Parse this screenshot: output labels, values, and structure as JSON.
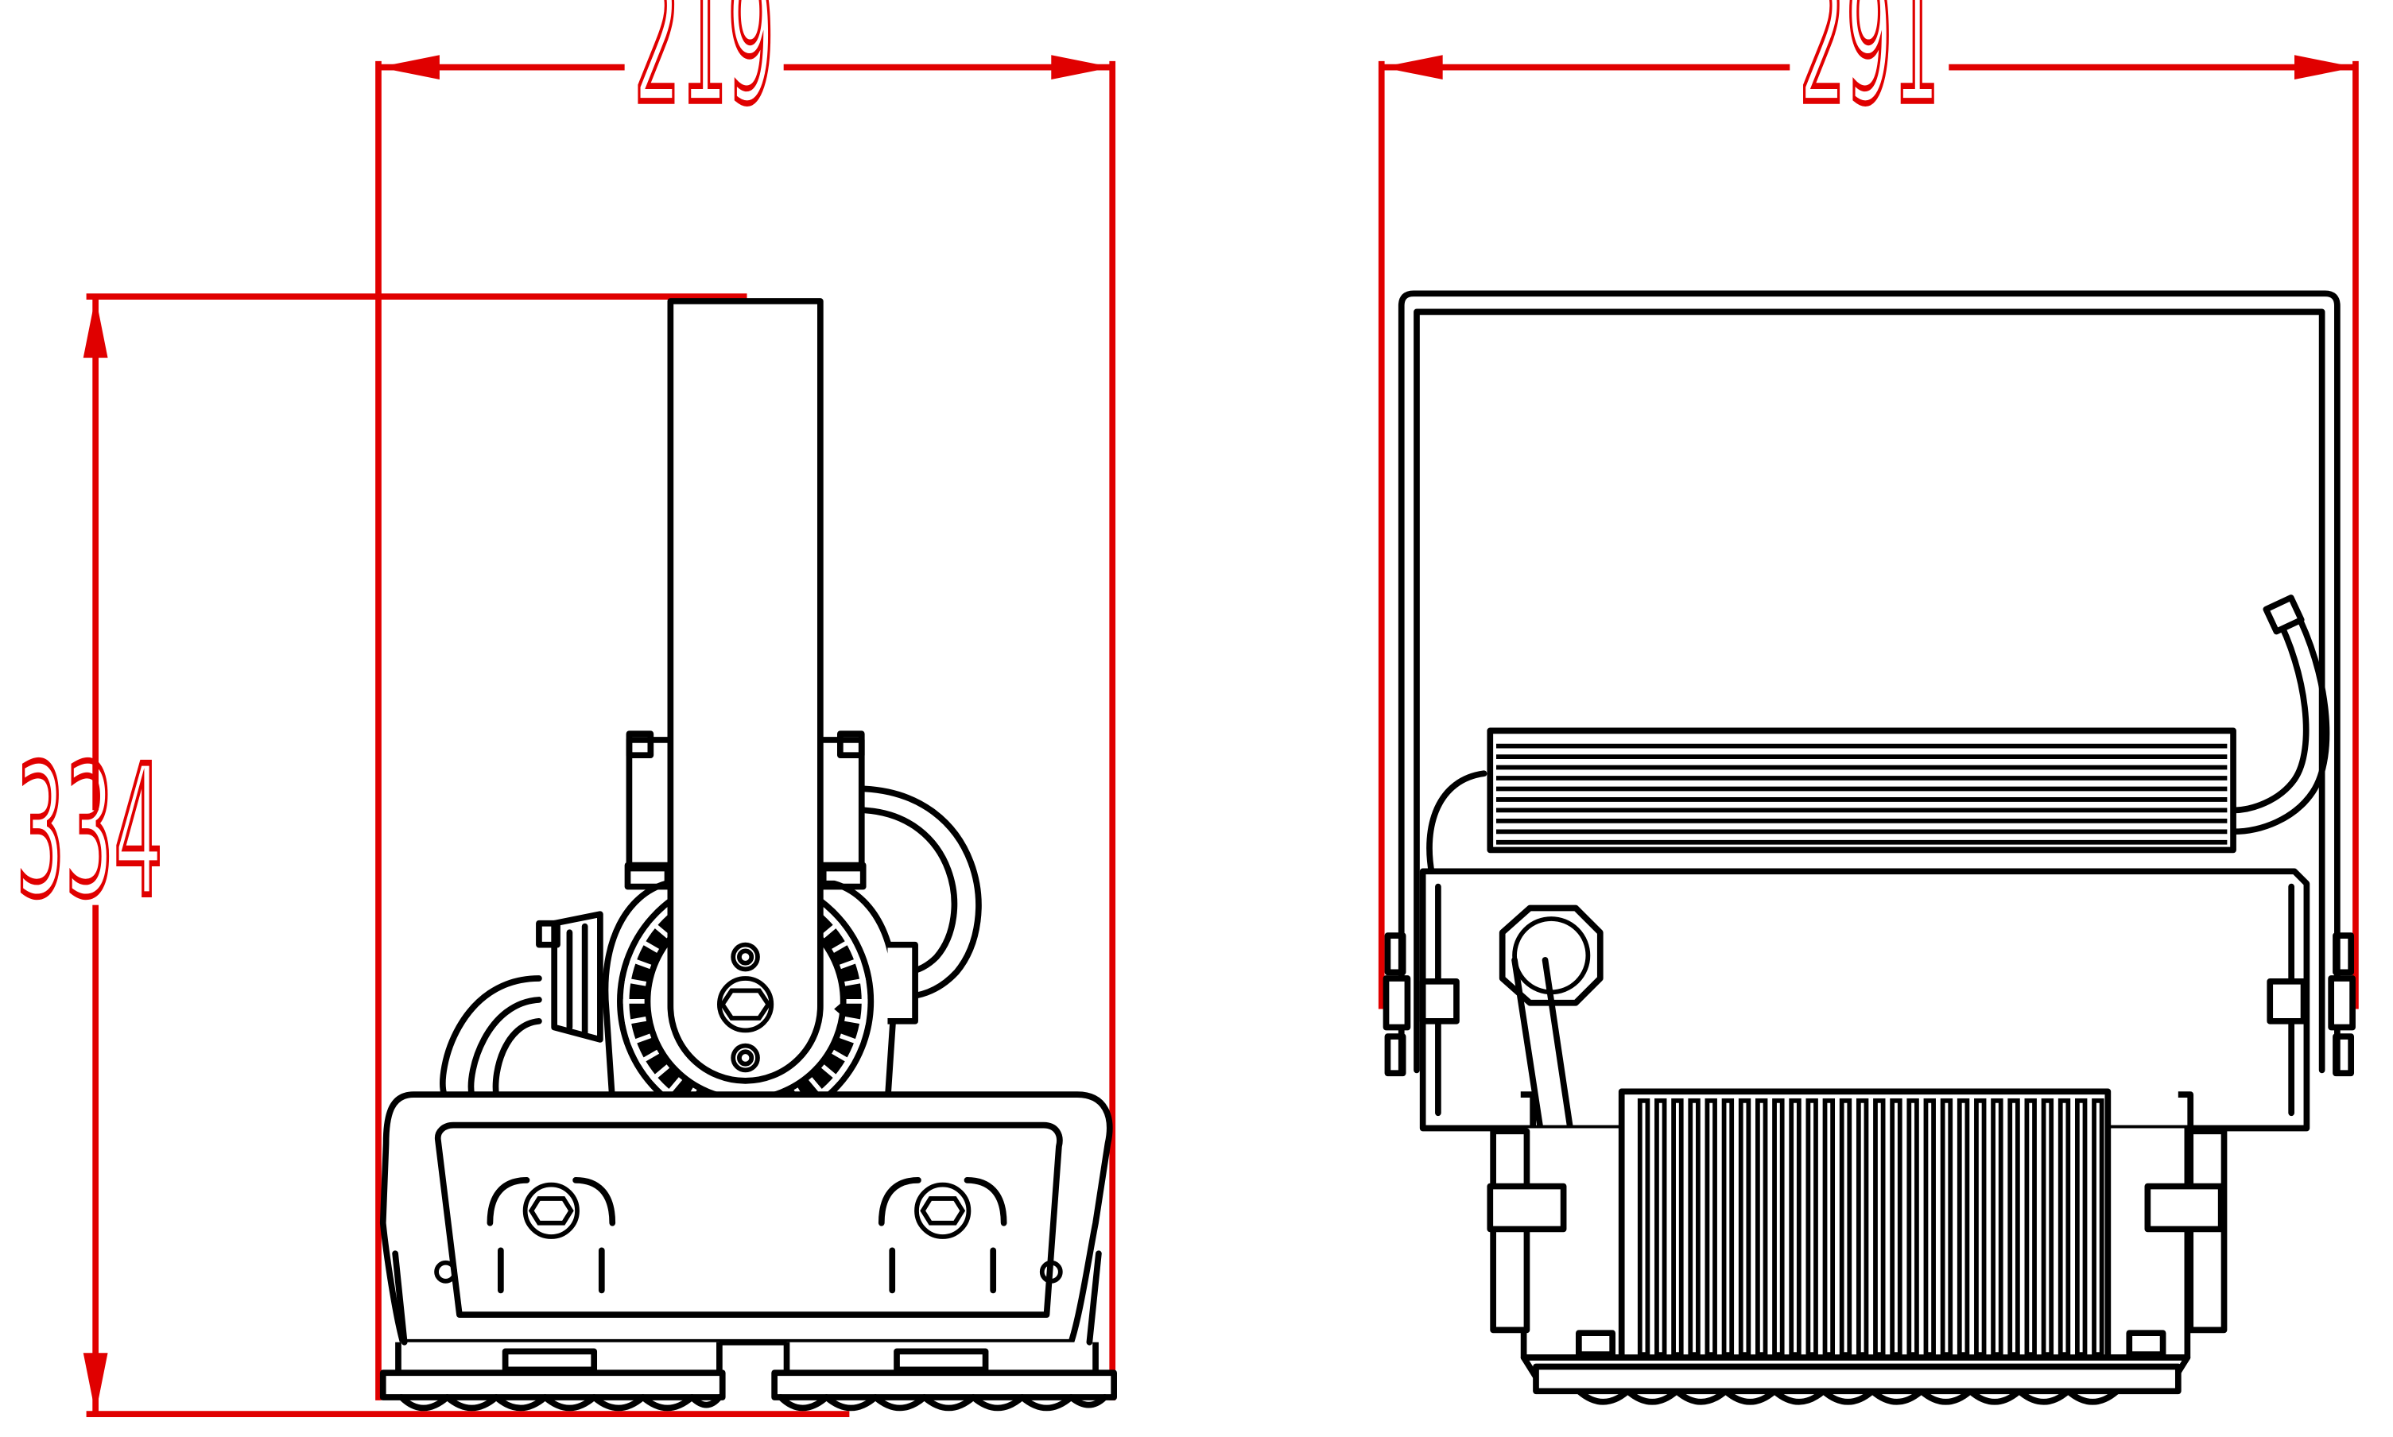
{
  "dimensions": {
    "width_side": "219",
    "width_front": "291",
    "height": "334"
  },
  "colors": {
    "dimension": "#e00000",
    "outline": "#000000",
    "background": "#ffffff"
  }
}
